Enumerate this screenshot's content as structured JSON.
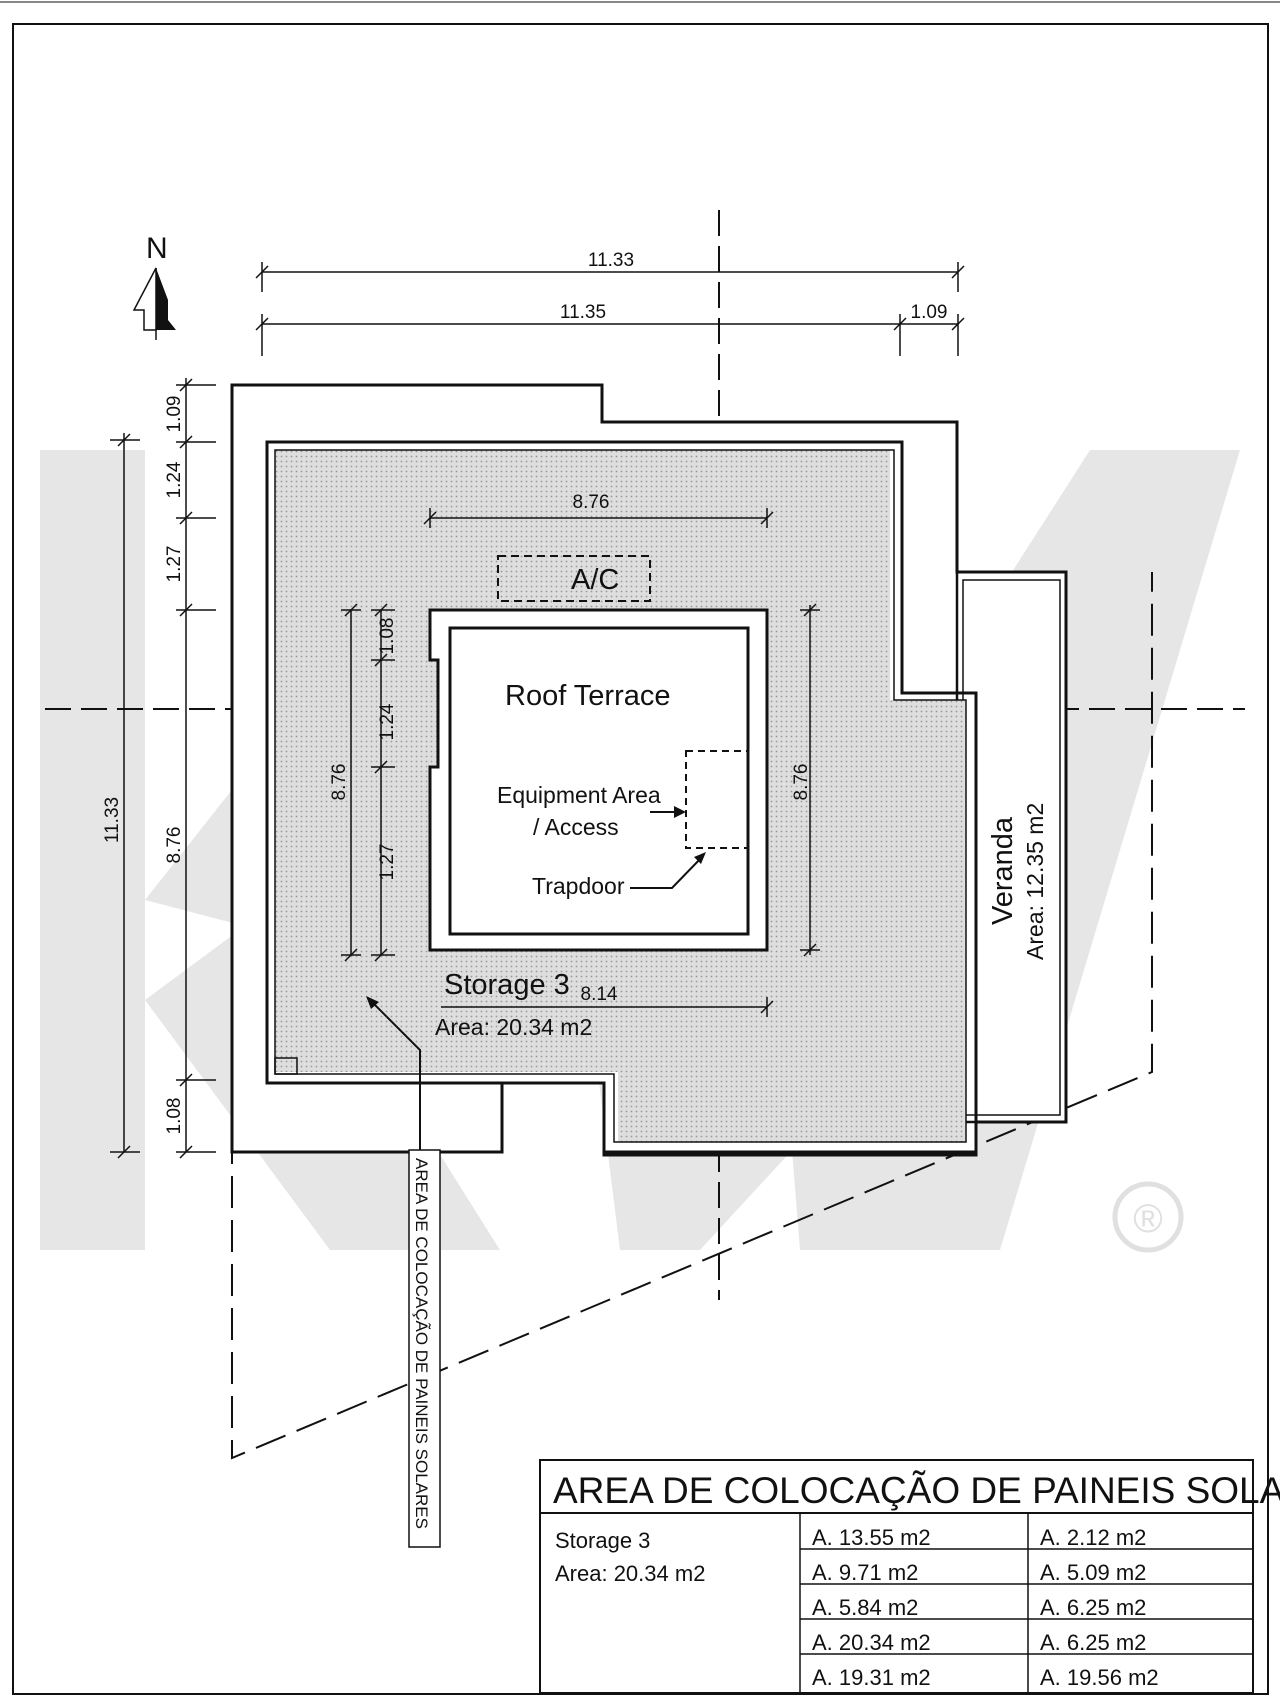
{
  "compass": {
    "label": "N"
  },
  "dimensions": {
    "top_overall": "11.33",
    "top_main": "11.35",
    "top_right": "1.09",
    "left_overall": "11.33",
    "left_seg_1": "1.09",
    "left_seg_2": "1.24",
    "left_seg_3": "1.27",
    "left_seg_4": "8.76",
    "left_seg_5": "1.08",
    "inner_width": "8.76",
    "inner_left_height": "8.76",
    "inner_seg_1": "1.08",
    "inner_seg_2": "1.24",
    "inner_seg_3": "1.27",
    "inner_right_height": "8.76",
    "bottom_width": "8.14"
  },
  "labels": {
    "ac": "A/C",
    "roof_terrace": "Roof Terrace",
    "equipment_line1": "Equipment Area",
    "equipment_line2": "/ Access",
    "trapdoor": "Trapdoor",
    "storage": "Storage 3",
    "storage_area": "Area: 20.34 m2",
    "veranda": "Veranda",
    "veranda_area": "Area: 12.35 m2",
    "solar_vertical": "AREA DE COLOCAÇÃO DE PAINEIS SOLARES"
  },
  "watermark": {
    "text": "KW",
    "registered": "®"
  },
  "table": {
    "title": "AREA DE COLOCAÇÃO DE PAINEIS SOLARES",
    "storage_name": "Storage 3",
    "storage_area": "Area: 20.34 m2",
    "col_a": [
      "A. 13.55 m2",
      "A. 9.71 m2",
      "A. 5.84 m2",
      "A. 20.34 m2",
      "A. 19.31 m2"
    ],
    "col_b": [
      "A. 2.12 m2",
      "A. 5.09 m2",
      "A. 6.25 m2",
      "A. 6.25 m2",
      "A. 19.56 m2"
    ]
  },
  "colors": {
    "line": "#111111",
    "hatch": "#d9d9d9",
    "watermark": "#e4e4e4"
  }
}
